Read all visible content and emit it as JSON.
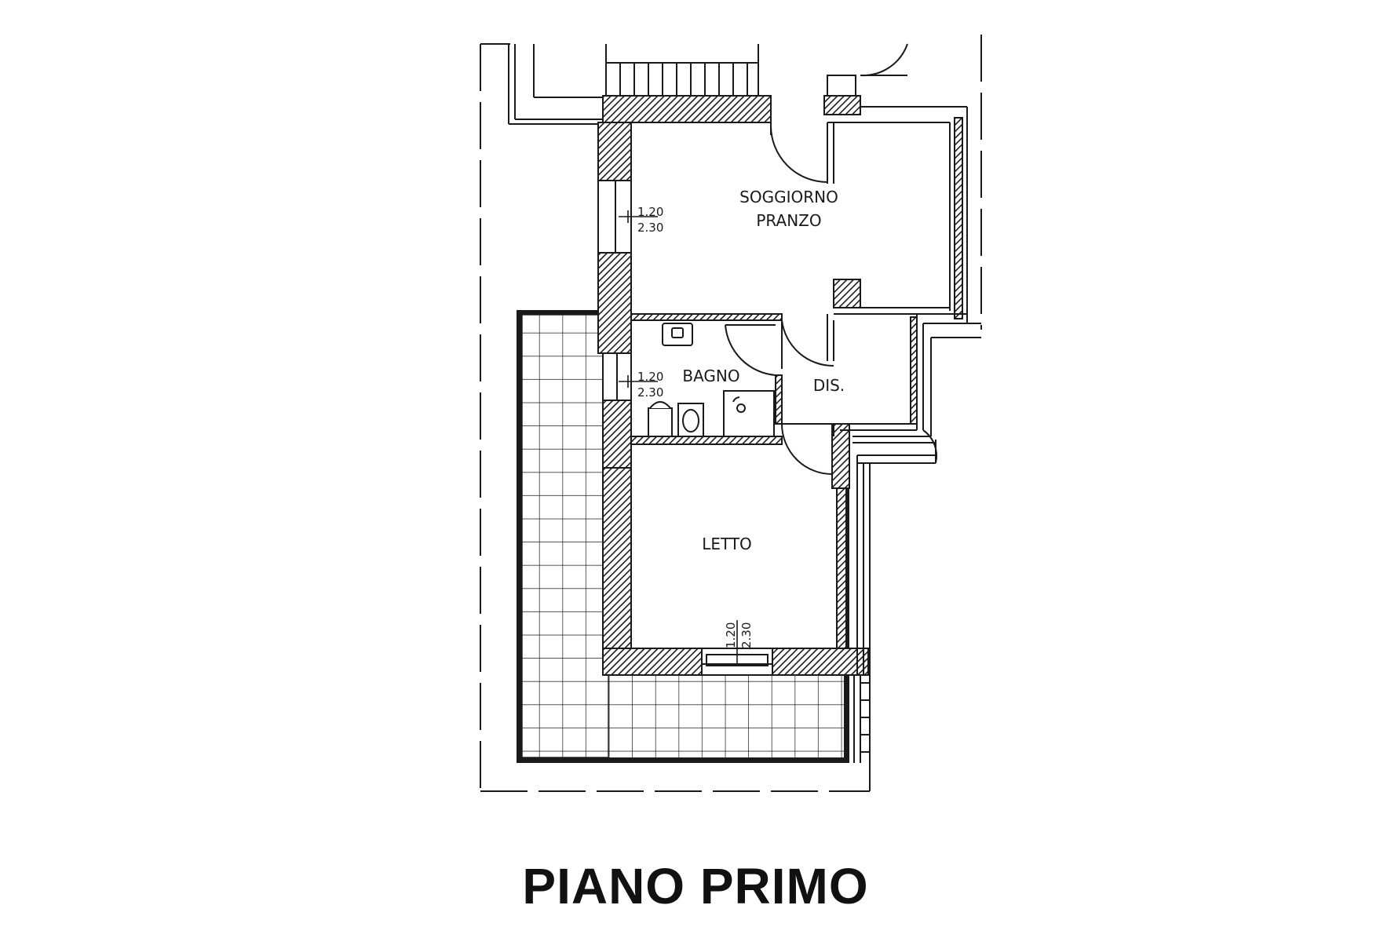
{
  "title": "PIANO PRIMO",
  "rooms": {
    "soggiorno_line1": "SOGGIORNO",
    "soggiorno_line2": "PRANZO",
    "bagno": "BAGNO",
    "dis": "DIS.",
    "letto": "LETTO"
  },
  "windows": [
    {
      "width": "1.20",
      "height": "2.30"
    },
    {
      "width": "1.20",
      "height": "2.30"
    },
    {
      "width": "1.20",
      "height": "2.30"
    }
  ],
  "colors": {
    "line": "#1a1a1a",
    "wall_fill": "#3a3a3a",
    "background": "#ffffff"
  }
}
